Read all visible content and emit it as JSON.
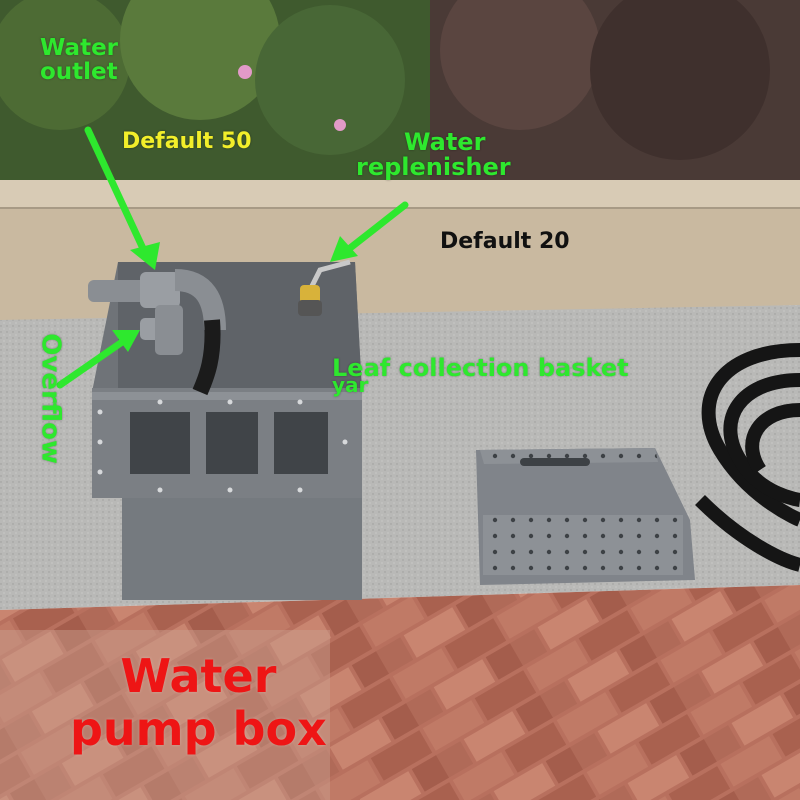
{
  "labels": {
    "water_outlet": [
      "Water",
      "outlet"
    ],
    "default_50": "Default 50",
    "water_replenisher": [
      "Water",
      "replenisher"
    ],
    "default_20": "Default 20",
    "overflow": "Overflow",
    "leaf_basket": [
      "Leaf collection basket",
      "yar"
    ],
    "title": [
      "Water",
      "pump box"
    ]
  },
  "colors": {
    "label_green": "#2ee82e",
    "label_yellow": "#f2ee2a",
    "label_black": "#111111",
    "title_red": "#ee1515",
    "box_gray": "#7b7f84"
  }
}
